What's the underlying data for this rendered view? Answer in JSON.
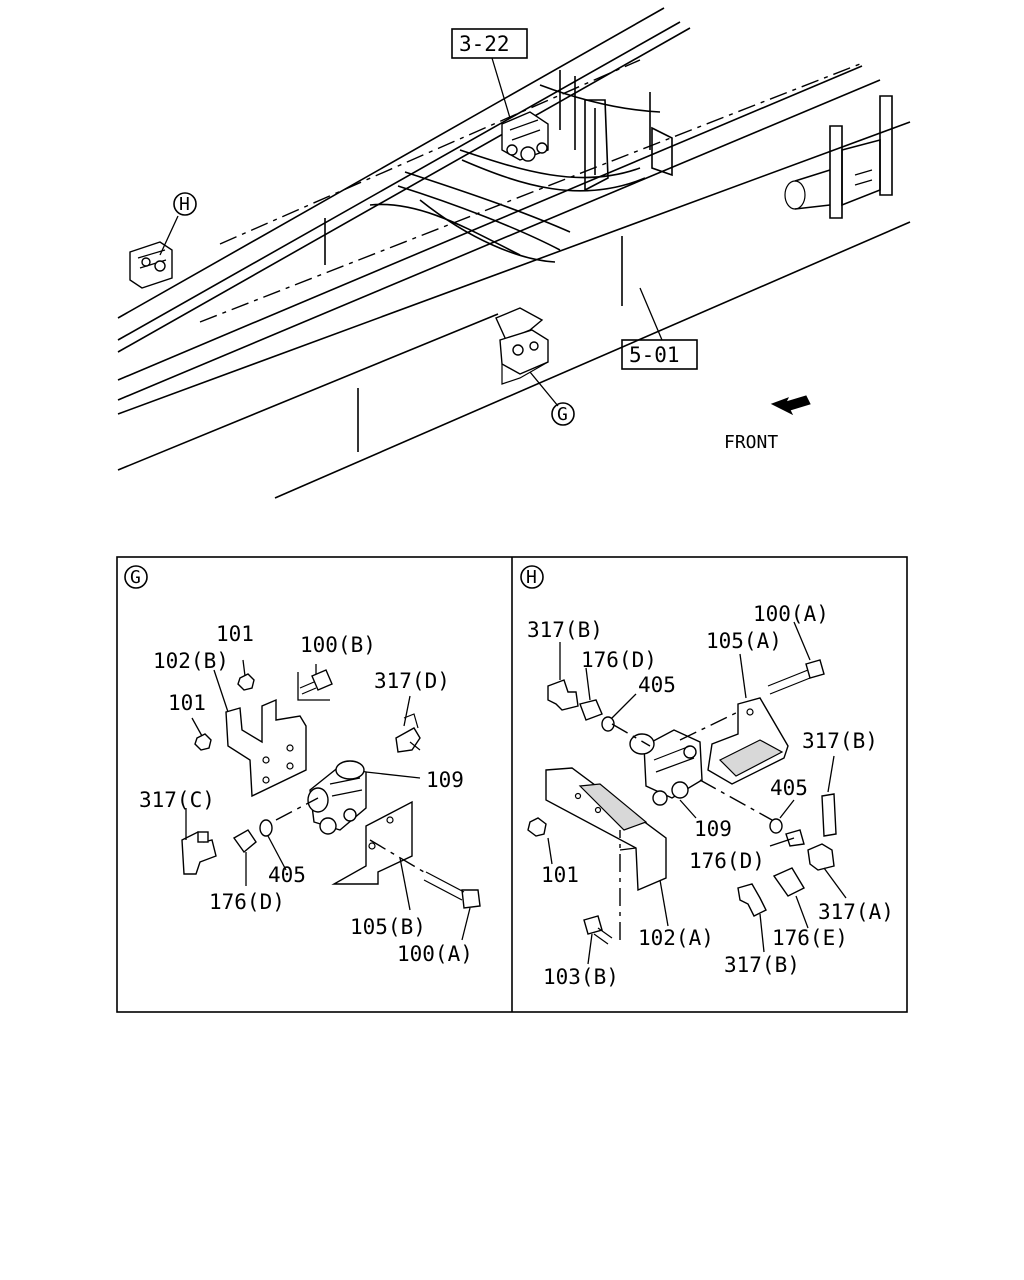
{
  "overview": {
    "ref_3_22": "3-22",
    "ref_5_01": "5-01",
    "callout_h": "H",
    "callout_g": "G",
    "front_label": "FRONT"
  },
  "panel_g": {
    "letter": "G",
    "labels": {
      "p101_top": "101",
      "p100b": "100(B)",
      "p102b": "102(B)",
      "p317d": "317(D)",
      "p101_left": "101",
      "p109": "109",
      "p317c": "317(C)",
      "p405": "405",
      "p176d": "176(D)",
      "p105b": "105(B)",
      "p100a": "100(A)"
    }
  },
  "panel_h": {
    "letter": "H",
    "labels": {
      "p100a": "100(A)",
      "p317b_top": "317(B)",
      "p105a": "105(A)",
      "p176d_top": "176(D)",
      "p405_top": "405",
      "p317b_right": "317(B)",
      "p405_right": "405",
      "p109": "109",
      "p176d_mid": "176(D)",
      "p101": "101",
      "p317a": "317(A)",
      "p102a": "102(A)",
      "p176e": "176(E)",
      "p317b_bottom": "317(B)",
      "p103b": "103(B)"
    }
  }
}
